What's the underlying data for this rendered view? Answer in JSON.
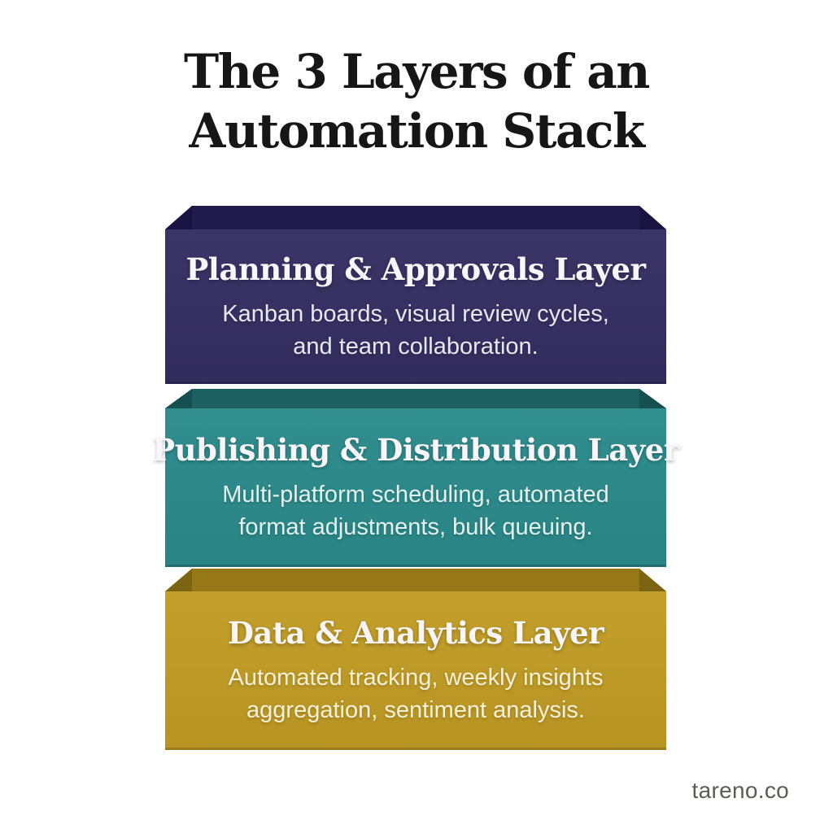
{
  "title": {
    "lines": [
      "The 3 Layers of an",
      "Automation Stack"
    ],
    "color": "#161616"
  },
  "blocks": [
    {
      "heading": "Planning & Approvals Layer",
      "description_lines": [
        "Kanban boards, visual review cycles,",
        "and team collaboration."
      ],
      "colors": {
        "front": "#352e62",
        "top": "#201a4d",
        "corner": "#181340",
        "desc_text": "#e9e7f3"
      }
    },
    {
      "heading": "Publishing & Distribution Layer",
      "description_lines": [
        "Multi-platform scheduling, automated",
        "format adjustments, bulk queuing."
      ],
      "colors": {
        "front": "#2b8b8b",
        "top": "#1d6061",
        "corner": "#164f50",
        "desc_text": "#e2f2f0"
      }
    },
    {
      "heading": "Data & Analytics Layer",
      "description_lines": [
        "Automated tracking, weekly insights",
        "aggregation, sentiment analysis."
      ],
      "colors": {
        "front": "#c19c24",
        "top": "#967818",
        "corner": "#7d6413",
        "desc_text": "#f8f1d8"
      }
    }
  ],
  "footer": {
    "brand": "tareno.co",
    "color": "#5c5b55"
  }
}
